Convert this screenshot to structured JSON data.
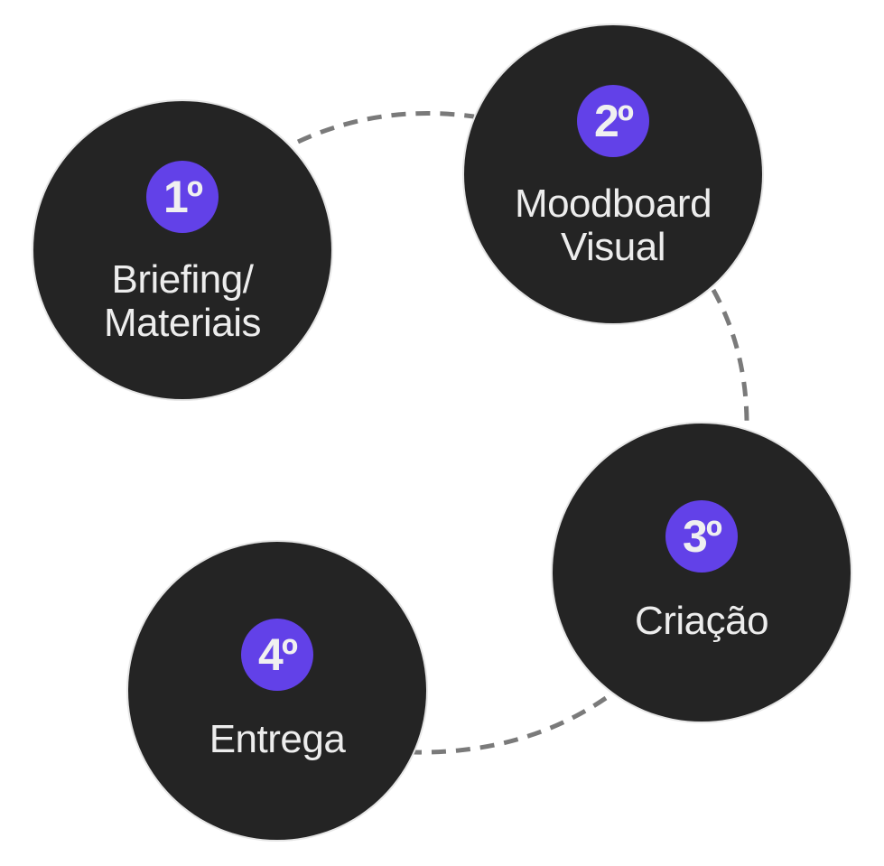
{
  "diagram": {
    "type": "process-cycle",
    "colors": {
      "circle_fill": "#242424",
      "circle_outline": "#e6e6e6",
      "badge_fill": "#6241e8",
      "text": "#ededed",
      "connector": "#7a7a7a",
      "background": "#ffffff"
    },
    "steps": [
      {
        "badge": "1º",
        "label": "Briefing/\nMateriais"
      },
      {
        "badge": "2º",
        "label": "Moodboard\nVisual"
      },
      {
        "badge": "3º",
        "label": "Criação"
      },
      {
        "badge": "4º",
        "label": "Entrega"
      }
    ],
    "connections": [
      {
        "from": "1º",
        "to": "2º",
        "style": "dashed"
      },
      {
        "from": "2º",
        "to": "3º",
        "style": "dashed"
      },
      {
        "from": "3º",
        "to": "4º",
        "style": "dashed"
      }
    ]
  }
}
